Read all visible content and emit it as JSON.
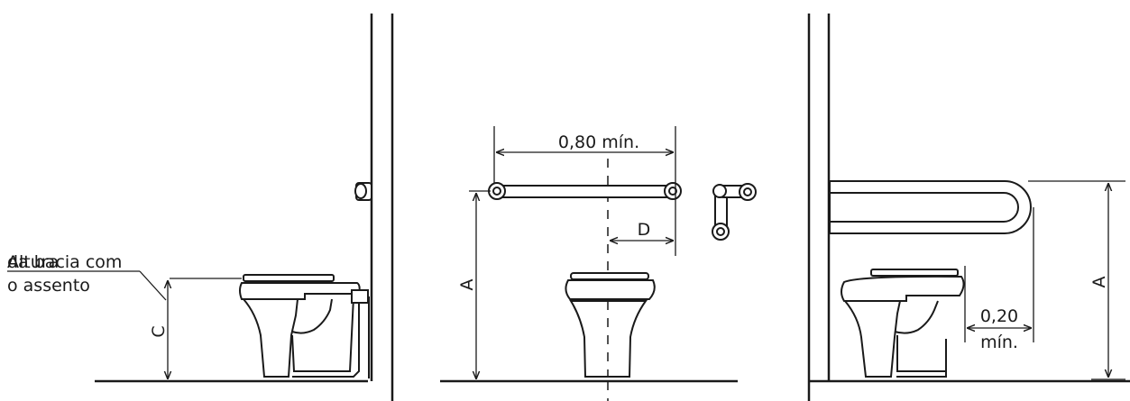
{
  "diagram": {
    "colors": {
      "line": "#1a1a1a",
      "background": "#ffffff"
    },
    "panels": [
      {
        "labels": {
          "overlap_text": "Altura",
          "seat_height_line1": "da bacia com",
          "seat_height_line2": "o assento",
          "dim_c": "C"
        }
      },
      {
        "labels": {
          "bar_length": "0,80 mín.",
          "dim_d": "D",
          "dim_a": "A"
        }
      },
      {
        "labels": {
          "offset_line1": "0,20",
          "offset_line2": "mín.",
          "dim_a": "A"
        }
      }
    ]
  }
}
